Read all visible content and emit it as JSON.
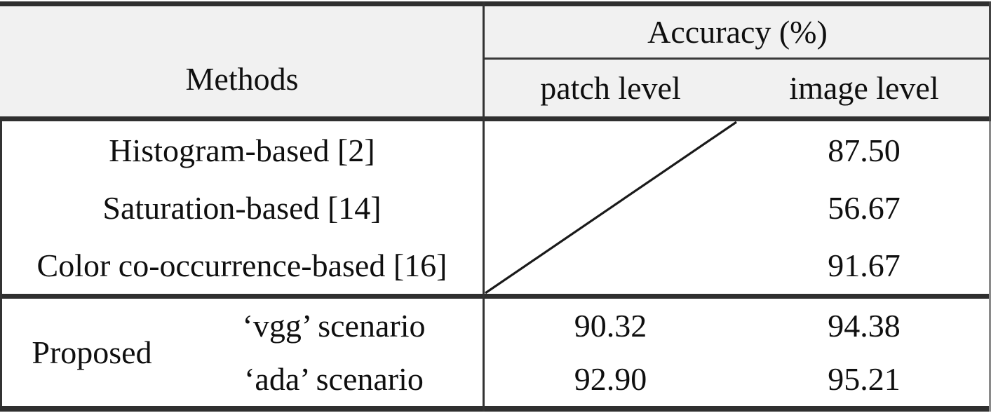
{
  "table": {
    "header": {
      "methods_label": "Methods",
      "accuracy_label": "Accuracy (%)",
      "patch_level_label": "patch level",
      "image_level_label": "image level"
    },
    "baseline_rows": [
      {
        "method": "Histogram-based [2]",
        "image_level": "87.50"
      },
      {
        "method": "Saturation-based [14]",
        "image_level": "56.67"
      },
      {
        "method": "Color co-occurrence-based [16]",
        "image_level": "91.67"
      }
    ],
    "proposed_group": {
      "label": "Proposed",
      "rows": [
        {
          "scenario": "‘vgg’ scenario",
          "patch_level": "90.32",
          "image_level": "94.38"
        },
        {
          "scenario": "‘ada’ scenario",
          "patch_level": "92.90",
          "image_level": "95.21"
        }
      ]
    },
    "colors": {
      "header_background": "#f1f1f1",
      "body_background": "#ffffff",
      "rule_color": "#2f2f2f",
      "text_color": "#0f0f0f"
    }
  },
  "chart_data": {
    "type": "table",
    "columns": [
      "Methods",
      "Accuracy (%) - patch level",
      "Accuracy (%) - image level"
    ],
    "rows": [
      [
        "Histogram-based [2]",
        null,
        87.5
      ],
      [
        "Saturation-based [14]",
        null,
        56.67
      ],
      [
        "Color co-occurrence-based [16]",
        null,
        91.67
      ],
      [
        "Proposed ‘vgg’ scenario",
        90.32,
        94.38
      ],
      [
        "Proposed ‘ada’ scenario",
        92.9,
        95.21
      ]
    ],
    "na_marker": "diagonal slash across patch-level cells of first three rows"
  }
}
